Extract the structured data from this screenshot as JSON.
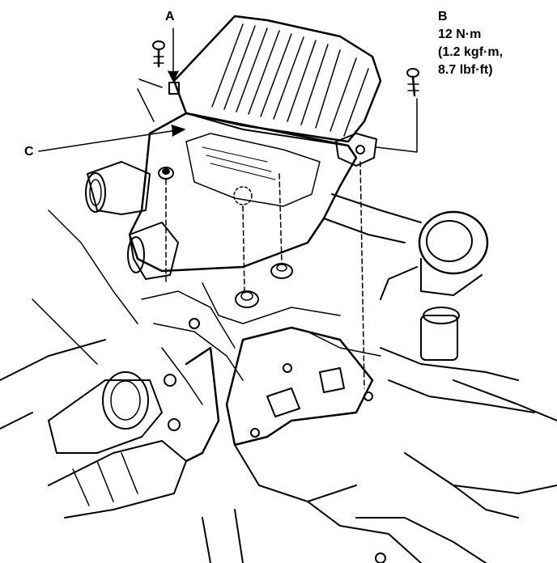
{
  "callouts": {
    "a": {
      "letter": "A"
    },
    "b": {
      "letter": "B",
      "spec_line1": "12 N·m",
      "spec_line2": "(1.2 kgf·m,",
      "spec_line3": "8.7 lbf·ft)"
    },
    "c": {
      "letter": "C"
    }
  },
  "colors": {
    "ink": "#000000",
    "paper": "#ffffff"
  }
}
